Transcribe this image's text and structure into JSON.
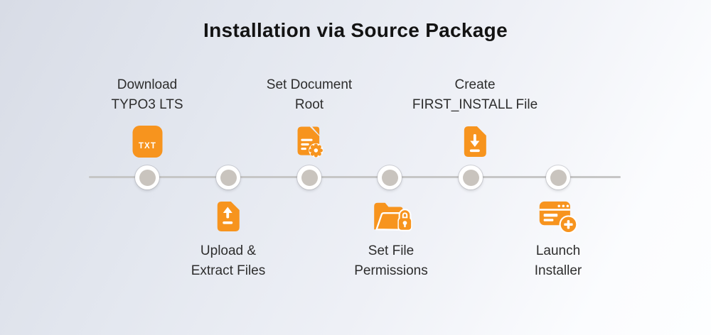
{
  "title": "Installation via Source Package",
  "steps": [
    {
      "id": "download-typo3-lts",
      "line1": "Download",
      "line2": "TYPO3 LTS",
      "icon": "txt-file",
      "side": "above"
    },
    {
      "id": "upload-extract-files",
      "line1": "Upload &",
      "line2": "Extract Files",
      "icon": "upload-file",
      "side": "below"
    },
    {
      "id": "set-document-root",
      "line1": "Set Document",
      "line2": "Root",
      "icon": "document-gear",
      "side": "above"
    },
    {
      "id": "set-file-permissions",
      "line1": "Set File",
      "line2": "Permissions",
      "icon": "folder-lock",
      "side": "below"
    },
    {
      "id": "create-first-install-file",
      "line1": "Create",
      "line2": "FIRST_INSTALL File",
      "icon": "file-download",
      "side": "above"
    },
    {
      "id": "launch-installer",
      "line1": "Launch",
      "line2": "Installer",
      "icon": "browser-plus",
      "side": "below"
    }
  ],
  "icons": {
    "txt_label": "TXT"
  },
  "timeline": {
    "node_count": 6
  },
  "colors": {
    "accent": "#F7941E",
    "node_fill": "#C9C4BE",
    "line": "#C6C6C6",
    "title_text": "#131313",
    "label_text": "#2D2D2D",
    "background_start": "#D8DCE6",
    "background_end": "#FDFEFF"
  }
}
